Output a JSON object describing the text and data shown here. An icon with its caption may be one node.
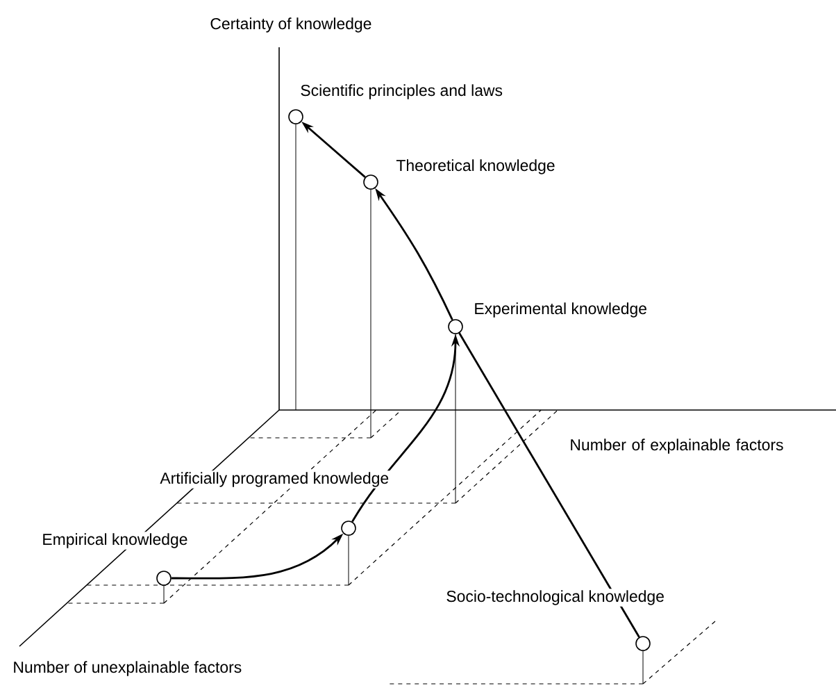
{
  "diagram": {
    "nodes": [
      {
        "text": [],
        "shape": "circle",
        "beside": [
          "Scientific principles and laws"
        ]
      },
      {
        "text": [],
        "shape": "circle",
        "beside": [
          "Theoretical knowledge"
        ]
      },
      {
        "text": [],
        "shape": "circle",
        "beside": [
          "Experimental knowledge"
        ]
      },
      {
        "text": [],
        "shape": "circle",
        "beside": [
          "Artificially programed knowledge"
        ]
      },
      {
        "text": [],
        "shape": "circle",
        "beside": [
          "Empirical knowledge"
        ]
      },
      {
        "text": [],
        "shape": "circle",
        "beside": [
          "Socio-technological knowledge"
        ]
      }
    ],
    "edges": [
      {
        "from": 4,
        "to": 3,
        "arrow": "to"
      },
      {
        "from": 3,
        "to": 2,
        "arrow": "to"
      },
      {
        "from": 2,
        "to": 1,
        "arrow": "to"
      },
      {
        "from": 1,
        "to": 0,
        "arrow": "to"
      },
      {
        "from": 2,
        "to": 5,
        "arrow": "none"
      }
    ],
    "labels": [
      "Certainty of knowledge",
      "Number of explainable factors",
      "Number of unexplainable factors"
    ]
  }
}
